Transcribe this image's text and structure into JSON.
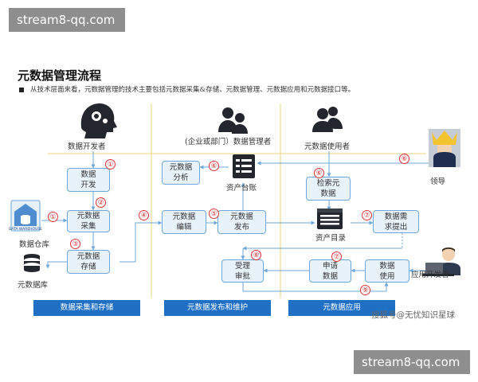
{
  "watermark": {
    "top": "stream8-qq.com",
    "bottom": "stream8-qq.com"
  },
  "title": "元数据管理流程",
  "intro": "从技术层面来看，元数据管理的技术主要包括元数据采集&存储、元数据管理、元数据应用和元数据接口等。",
  "roles": {
    "developer": "数据开发者",
    "manager": "(企业或部门）数据管理者",
    "user": "元数据使用者",
    "leader": "领导",
    "app_dev": "应用开发者",
    "warehouse": "数据仓库",
    "metadb": "元数据库"
  },
  "icon_text": {
    "warehouse": "DATA WAREHOUSE"
  },
  "nodes": {
    "data_dev": "数据\n开发",
    "meta_collect": "元数据\n采集",
    "meta_store": "元数据\n存储",
    "meta_analysis": "元数据\n分析",
    "meta_edit": "元数据\n编辑",
    "meta_publish": "元数据\n发布",
    "asset_ledger": "资产台账",
    "retrieve_meta": "检索元\n数据",
    "asset_catalog": "资产目录",
    "data_request": "数据需\n求提出",
    "accept_review": "受理\n审批",
    "apply_data": "申请\n数据",
    "use_data": "数据\n使用"
  },
  "steps": [
    "①",
    "②",
    "③",
    "④",
    "⑤",
    "⑥",
    "⑦",
    "⑧",
    "⑨"
  ],
  "bands": [
    "数据采集和存储",
    "元数据发布和维护",
    "元数据应用"
  ],
  "credit": "搜狐号@无忧知识星球",
  "colors": {
    "node_fill": "#e8f2fb",
    "node_border": "#6fa7d8",
    "step_red": "#d33333",
    "band_blue": "#1f6fc5",
    "icon_dark": "#23262d",
    "lane_line": "#e8d47a"
  }
}
